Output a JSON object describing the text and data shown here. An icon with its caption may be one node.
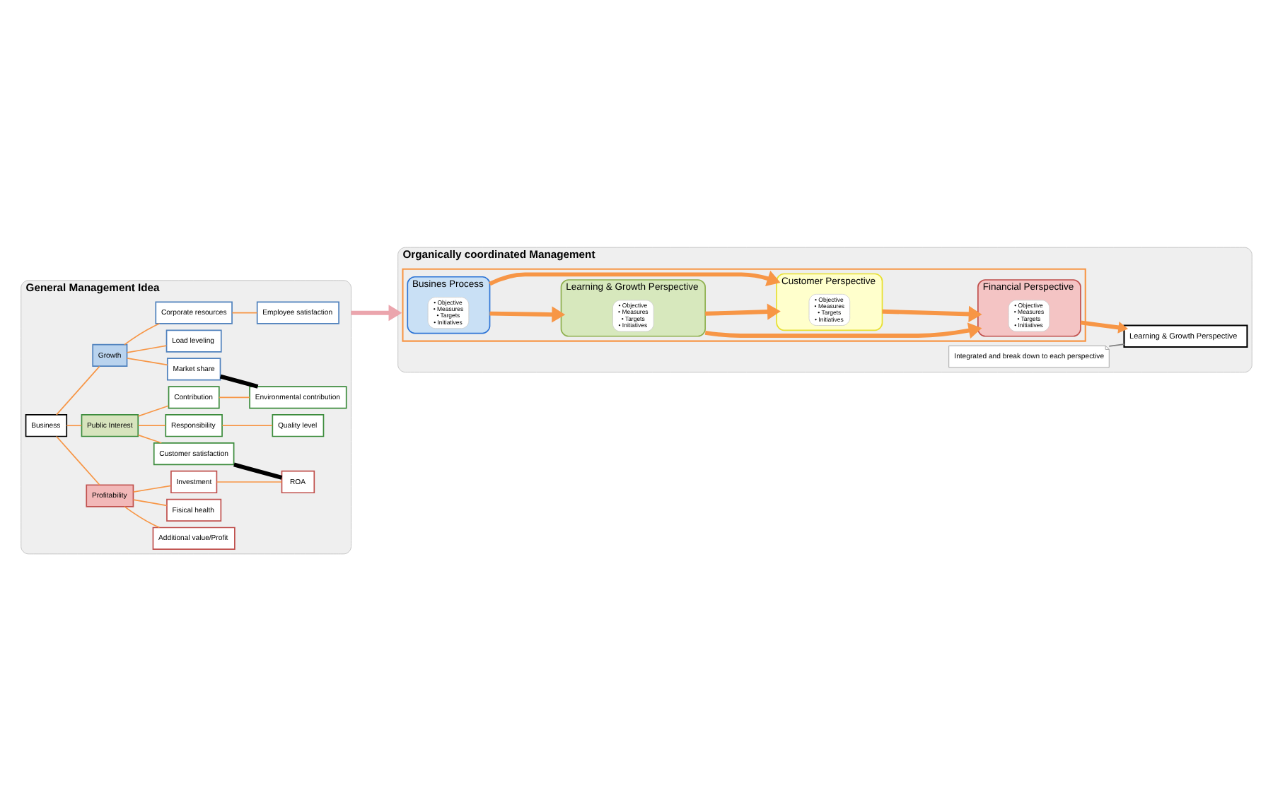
{
  "diagram": {
    "nodes": [
      {
        "text": [
          "General Management Idea"
        ]
      },
      {
        "text": [
          "Business"
        ],
        "in": 0
      },
      {
        "text": [
          "Profitability"
        ],
        "in": 0
      },
      {
        "text": [
          "Additional value/Profit"
        ],
        "in": 0
      },
      {
        "text": [
          "Fisical health"
        ],
        "in": 0
      },
      {
        "text": [
          "Investment"
        ],
        "in": 0
      },
      {
        "text": [
          "ROA"
        ],
        "in": 0
      },
      {
        "text": [
          "Public Interest"
        ],
        "in": 0
      },
      {
        "text": [
          "Customer satisfaction"
        ],
        "in": 0
      },
      {
        "text": [
          "Responsibility"
        ],
        "in": 0
      },
      {
        "text": [
          "Quality level"
        ],
        "in": 0
      },
      {
        "text": [
          "Contribution"
        ],
        "in": 0
      },
      {
        "text": [
          "Environmental contribution"
        ],
        "in": 0
      },
      {
        "text": [
          "Growth"
        ],
        "in": 0
      },
      {
        "text": [
          "Market share"
        ],
        "in": 0
      },
      {
        "text": [
          "Load leveling"
        ],
        "in": 0
      },
      {
        "text": [
          "Corporate resources"
        ],
        "in": 0
      },
      {
        "text": [
          "Employee satisfaction"
        ],
        "in": 0
      },
      {
        "text": [
          "Organically coordinated Management"
        ]
      },
      {
        "text": [
          "Learning & Growth Perspective"
        ],
        "in": 18
      },
      {
        "text": [
          "Integrated and break down to each perspective"
        ],
        "in": 18
      },
      {
        "text": [],
        "shape": "box",
        "in": 18
      },
      {
        "text": [
          "Financial Perspective"
        ],
        "in": 21
      },
      {
        "text": [
          "• Objective",
          "• Measures",
          "• Targets",
          "• Initiatives"
        ],
        "in": 22
      },
      {
        "text": [
          "Learning & Growth Perspective"
        ],
        "in": 21
      },
      {
        "text": [
          "• Objective",
          "• Measures",
          "• Targets",
          "• Initiatives"
        ],
        "in": 24
      },
      {
        "text": [
          "Customer Perspective"
        ],
        "in": 21
      },
      {
        "text": [
          "• Objective",
          "• Measures",
          "• Targets",
          "• Initiatives"
        ],
        "in": 26
      },
      {
        "text": [
          "Busines Process"
        ],
        "in": 21
      },
      {
        "text": [
          "• Objective",
          "• Measures",
          "• Targets",
          "• Initiatives"
        ],
        "in": 28
      }
    ],
    "edges": [
      {
        "from": 1,
        "to": 2,
        "arrow": "none"
      },
      {
        "from": 1,
        "to": 7,
        "arrow": "none"
      },
      {
        "from": 1,
        "to": 13,
        "arrow": "none"
      },
      {
        "from": 2,
        "to": 3,
        "arrow": "none"
      },
      {
        "from": 2,
        "to": 4,
        "arrow": "none"
      },
      {
        "from": 2,
        "to": 5,
        "arrow": "none"
      },
      {
        "from": 5,
        "to": 6,
        "arrow": "none"
      },
      {
        "from": 6,
        "to": 8,
        "arrow": "none",
        "color": "#000000",
        "style": "thick"
      },
      {
        "from": 7,
        "to": 8,
        "arrow": "none"
      },
      {
        "from": 7,
        "to": 9,
        "arrow": "none"
      },
      {
        "from": 7,
        "to": 11,
        "arrow": "none"
      },
      {
        "from": 9,
        "to": 10,
        "arrow": "none"
      },
      {
        "from": 11,
        "to": 12,
        "arrow": "none"
      },
      {
        "from": 12,
        "to": 14,
        "arrow": "none",
        "color": "#000000",
        "style": "thick"
      },
      {
        "from": 13,
        "to": 14,
        "arrow": "none"
      },
      {
        "from": 13,
        "to": 15,
        "arrow": "none"
      },
      {
        "from": 13,
        "to": 16,
        "arrow": "none"
      },
      {
        "from": 16,
        "to": 17,
        "arrow": "none"
      },
      {
        "from": 0,
        "to": 18,
        "arrow": "to",
        "style": "thick",
        "color": "#eba5ad"
      },
      {
        "from": 20,
        "to": 19,
        "arrow": "none",
        "color": "#808080"
      },
      {
        "from": 22,
        "to": 19,
        "arrow": "to",
        "style": "thick"
      },
      {
        "from": 24,
        "to": 22,
        "arrow": "to",
        "style": "thick"
      },
      {
        "from": 26,
        "to": 22,
        "arrow": "to",
        "style": "thick"
      },
      {
        "from": 24,
        "to": 26,
        "arrow": "to",
        "style": "thick"
      },
      {
        "from": 28,
        "to": 24,
        "arrow": "to",
        "style": "thick"
      },
      {
        "from": 28,
        "to": 26,
        "arrow": "to",
        "style": "thick"
      }
    ]
  }
}
